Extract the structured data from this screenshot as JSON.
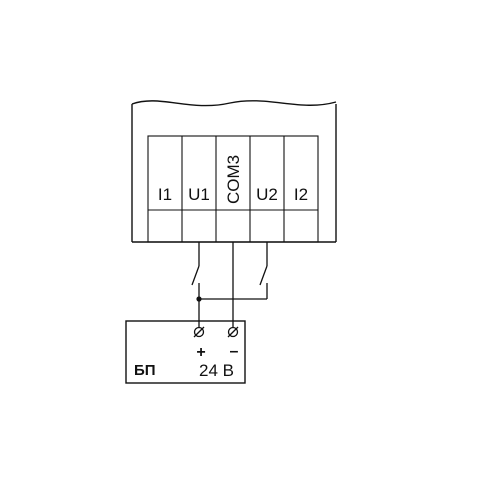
{
  "device": {
    "terminals": [
      {
        "label": "I1"
      },
      {
        "label": "U1"
      },
      {
        "label": "COM3"
      },
      {
        "label": "U2"
      },
      {
        "label": "I2"
      }
    ]
  },
  "psu": {
    "name": "БП",
    "voltage": "24 В",
    "plus": "+",
    "minus": "–"
  },
  "colors": {
    "line": "#111111",
    "background": "#ffffff"
  }
}
